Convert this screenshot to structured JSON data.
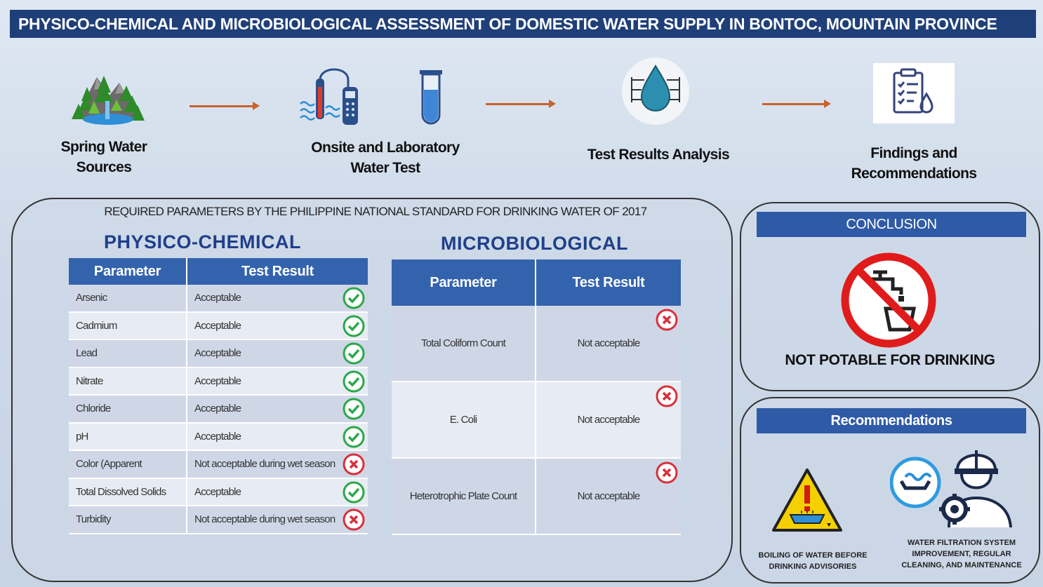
{
  "title": "PHYSICO-CHEMICAL AND MICROBIOLOGICAL ASSESSMENT OF DOMESTIC WATER SUPPLY  IN BONTOC, MOUNTAIN PROVINCE",
  "workflow": [
    {
      "line1": "Spring Water",
      "line2": "Sources",
      "icon": "mountain-spring-icon"
    },
    {
      "line1": "Onsite and Laboratory",
      "line2": "Water Test",
      "icon": "water-meter-icon"
    },
    {
      "line1": "Test Results Analysis",
      "line2": "",
      "icon": "water-drop-analysis-icon"
    },
    {
      "line1": "Findings and",
      "line2": "Recommendations",
      "icon": "report-document-icon"
    }
  ],
  "standard_title": "REQUIRED PARAMETERS BY THE PHILIPPINE NATIONAL STANDARD FOR DRINKING WATER OF 2017",
  "physico": {
    "title": "PHYSICO-CHEMICAL",
    "headers": [
      "Parameter",
      "Test Result"
    ],
    "rows": [
      {
        "param": "Arsenic",
        "result": "Acceptable",
        "ok": true
      },
      {
        "param": "Cadmium",
        "result": "Acceptable",
        "ok": true
      },
      {
        "param": "Lead",
        "result": "Acceptable",
        "ok": true
      },
      {
        "param": "Nitrate",
        "result": "Acceptable",
        "ok": true
      },
      {
        "param": "Chloride",
        "result": "Acceptable",
        "ok": true
      },
      {
        "param": "pH",
        "result": "Acceptable",
        "ok": true
      },
      {
        "param": "Color (Apparent",
        "result": "Not acceptable during wet season",
        "ok": false
      },
      {
        "param": "Total Dissolved Solids",
        "result": "Acceptable",
        "ok": true
      },
      {
        "param": "Turbidity",
        "result": "Not acceptable during wet season",
        "ok": false
      }
    ]
  },
  "micro": {
    "title": "MICROBIOLOGICAL",
    "headers": [
      "Parameter",
      "Test Result"
    ],
    "rows": [
      {
        "param": "Total Coliform Count",
        "result": "Not acceptable",
        "ok": false
      },
      {
        "param": "E. Coli",
        "result": "Not acceptable",
        "ok": false
      },
      {
        "param": "Heterotrophic Plate Count",
        "result": "Not acceptable",
        "ok": false
      }
    ]
  },
  "conclusion": {
    "header": "CONCLUSION",
    "text": "NOT POTABLE FOR DRINKING",
    "icon": "no-drinking-water-icon"
  },
  "recommendations": {
    "header": "Recommendations",
    "items": [
      {
        "line1": "BOILING OF WATER BEFORE",
        "line2": "DRINKING ADVISORIES",
        "icon": "warning-boil-icon"
      },
      {
        "line1": "WATER FILTRATION SYSTEM",
        "line2": "IMPROVEMENT, REGULAR",
        "line3": "CLEANING, AND MAINTENANCE",
        "icon": "engineer-filtration-icon"
      }
    ]
  },
  "colors": {
    "banner": "#1f3f78",
    "table_header": "#3463ad",
    "arrow": "#c9622e",
    "check": "#2aa84a",
    "cross": "#d9303a"
  }
}
